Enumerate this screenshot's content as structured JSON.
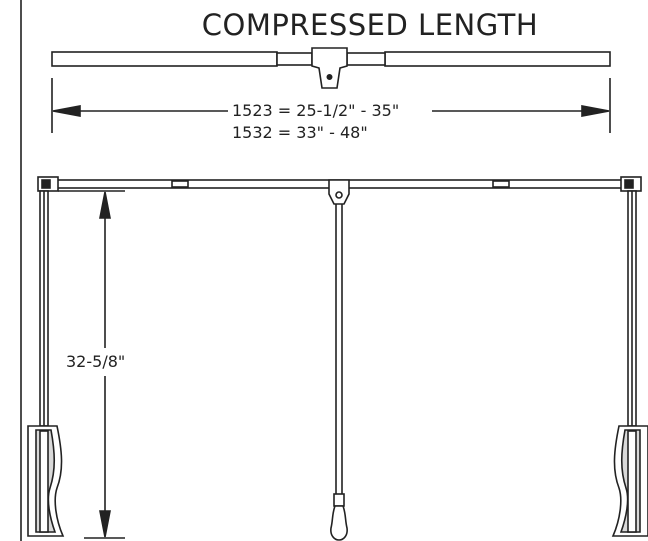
{
  "title": "COMPRESSED LENGTH",
  "dimensions": {
    "line1": "1523 = 25-1/2\" - 35\"",
    "line2": "1532 = 33\" - 48\"",
    "height": "32-5/8\""
  },
  "colors": {
    "line": "#222222",
    "fill": "#ffffff",
    "shade": "#d9d9d9"
  }
}
